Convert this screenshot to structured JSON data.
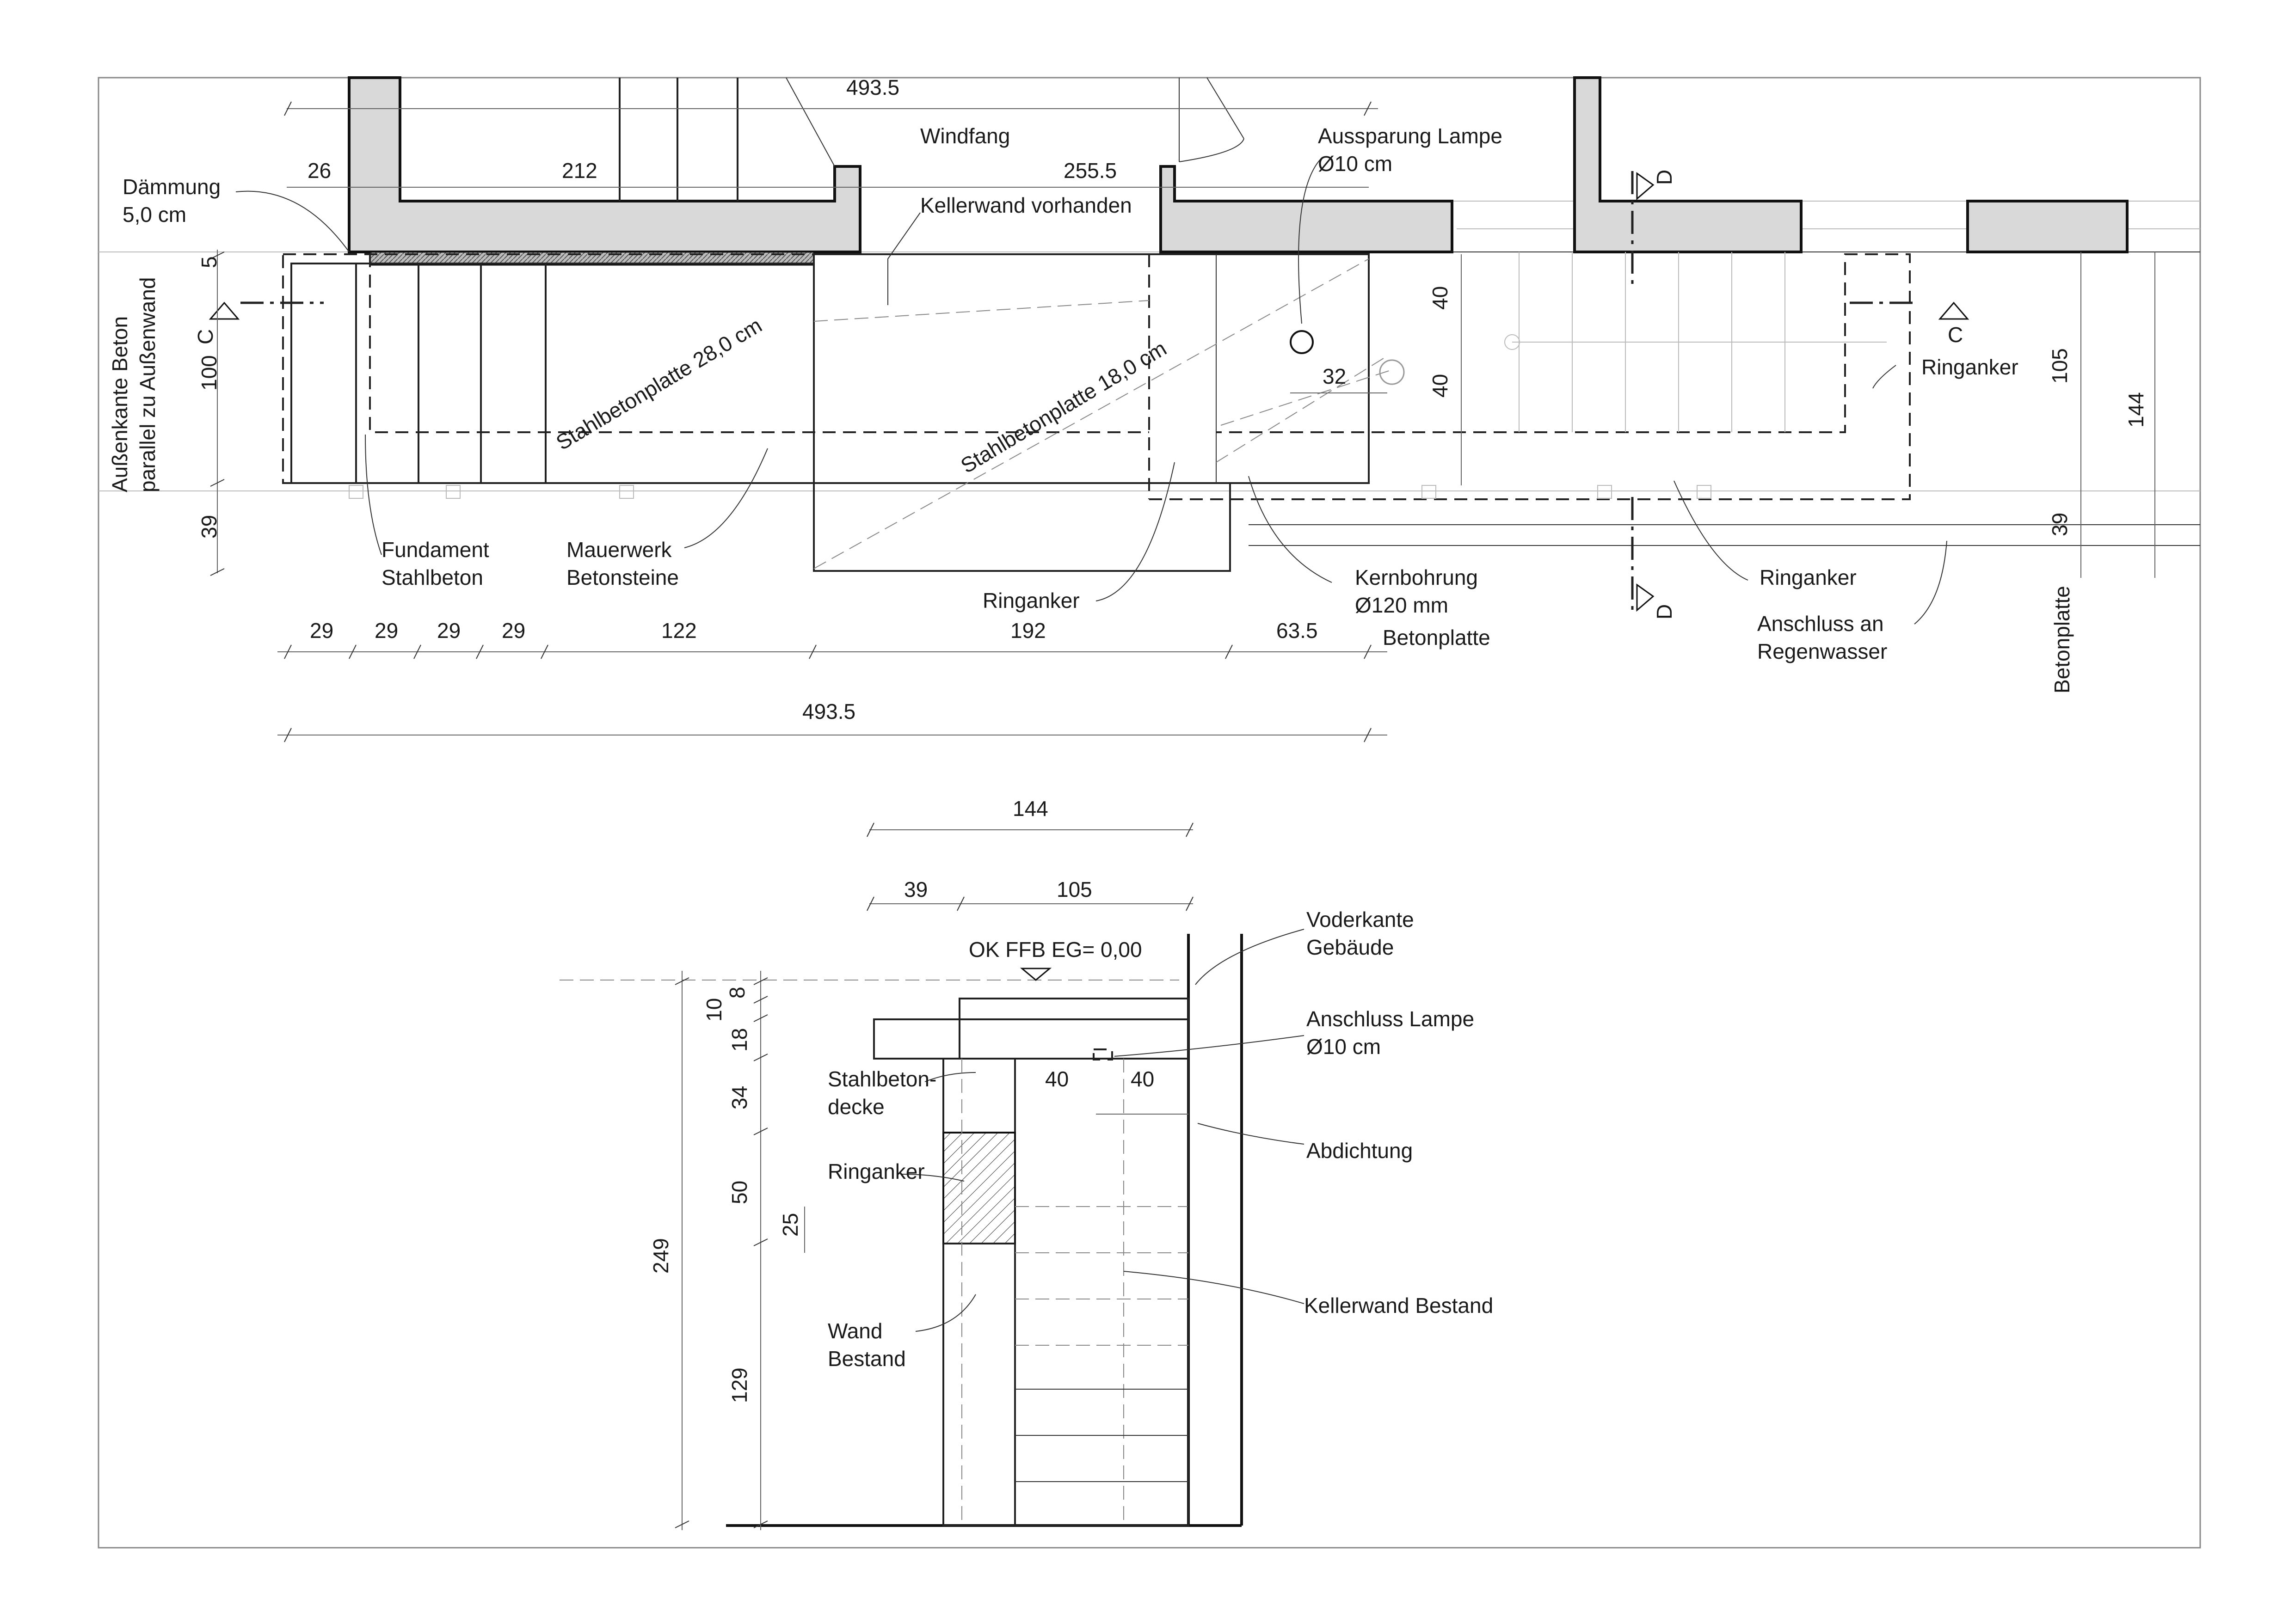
{
  "plan": {
    "labels": {
      "windfang": "Windfang",
      "kellerwand_vorhanden": "Kellerwand vorhanden",
      "aussparung_lampe_1": "Aussparung Lampe",
      "aussparung_lampe_2": "Ø10 cm",
      "daemmung_1": "Dämmung",
      "daemmung_2": "5,0 cm",
      "aussenkante_1": "Außenkante Beton",
      "aussenkante_2": "parallel zu Außenwand",
      "stahlbetonplatte_28": "Stahlbetonplatte 28,0 cm",
      "stahlbetonplatte_18": "Stahlbetonplatte 18,0 cm",
      "fundament_1": "Fundament",
      "fundament_2": "Stahlbeton",
      "mauerwerk_1": "Mauerwerk",
      "mauerwerk_2": "Betonsteine",
      "ringanker_a": "Ringanker",
      "ringanker_b": "Ringanker",
      "ringanker_c": "Ringanker",
      "kernbohrung_1": "Kernbohrung",
      "kernbohrung_2": "Ø120 mm",
      "anschluss_1": "Anschluss an",
      "anschluss_2": "Regenwasser",
      "betonplatte_h": "Betonplatte",
      "betonplatte_v": "Betonplatte",
      "section_c_left": "C",
      "section_c_right": "C",
      "section_d_top": "D",
      "section_d_bottom": "D"
    },
    "dims": {
      "top_4935": "493.5",
      "d26": "26",
      "d212": "212",
      "d2555": "255.5",
      "d5": "5",
      "d100": "100",
      "d39": "39",
      "d40a": "40",
      "d40b": "40",
      "d32": "32",
      "d105": "105",
      "d144": "144",
      "d39r": "39",
      "b29a": "29",
      "b29b": "29",
      "b29c": "29",
      "b29d": "29",
      "b122": "122",
      "b192": "192",
      "b635": "63.5",
      "bottom_4935": "493.5"
    }
  },
  "section": {
    "labels": {
      "ok_ffb": "OK FFB EG= 0,00",
      "voderkante_1": "Voderkante",
      "voderkante_2": "Gebäude",
      "anschluss_lampe_1": "Anschluss Lampe",
      "anschluss_lampe_2": "Ø10 cm",
      "stahlbeton_1": "Stahlbeton-",
      "stahlbeton_2": "decke",
      "abdichtung": "Abdichtung",
      "ringanker": "Ringanker",
      "kellerwand_bestand": "Kellerwand Bestand",
      "wand_1": "Wand",
      "wand_2": "Bestand"
    },
    "dims": {
      "d144": "144",
      "d39": "39",
      "d105": "105",
      "d10": "10",
      "d8": "8",
      "d18": "18",
      "d34": "34",
      "d50": "50",
      "d25": "25",
      "d249": "249",
      "d129": "129",
      "d40a": "40",
      "d40b": "40"
    }
  }
}
